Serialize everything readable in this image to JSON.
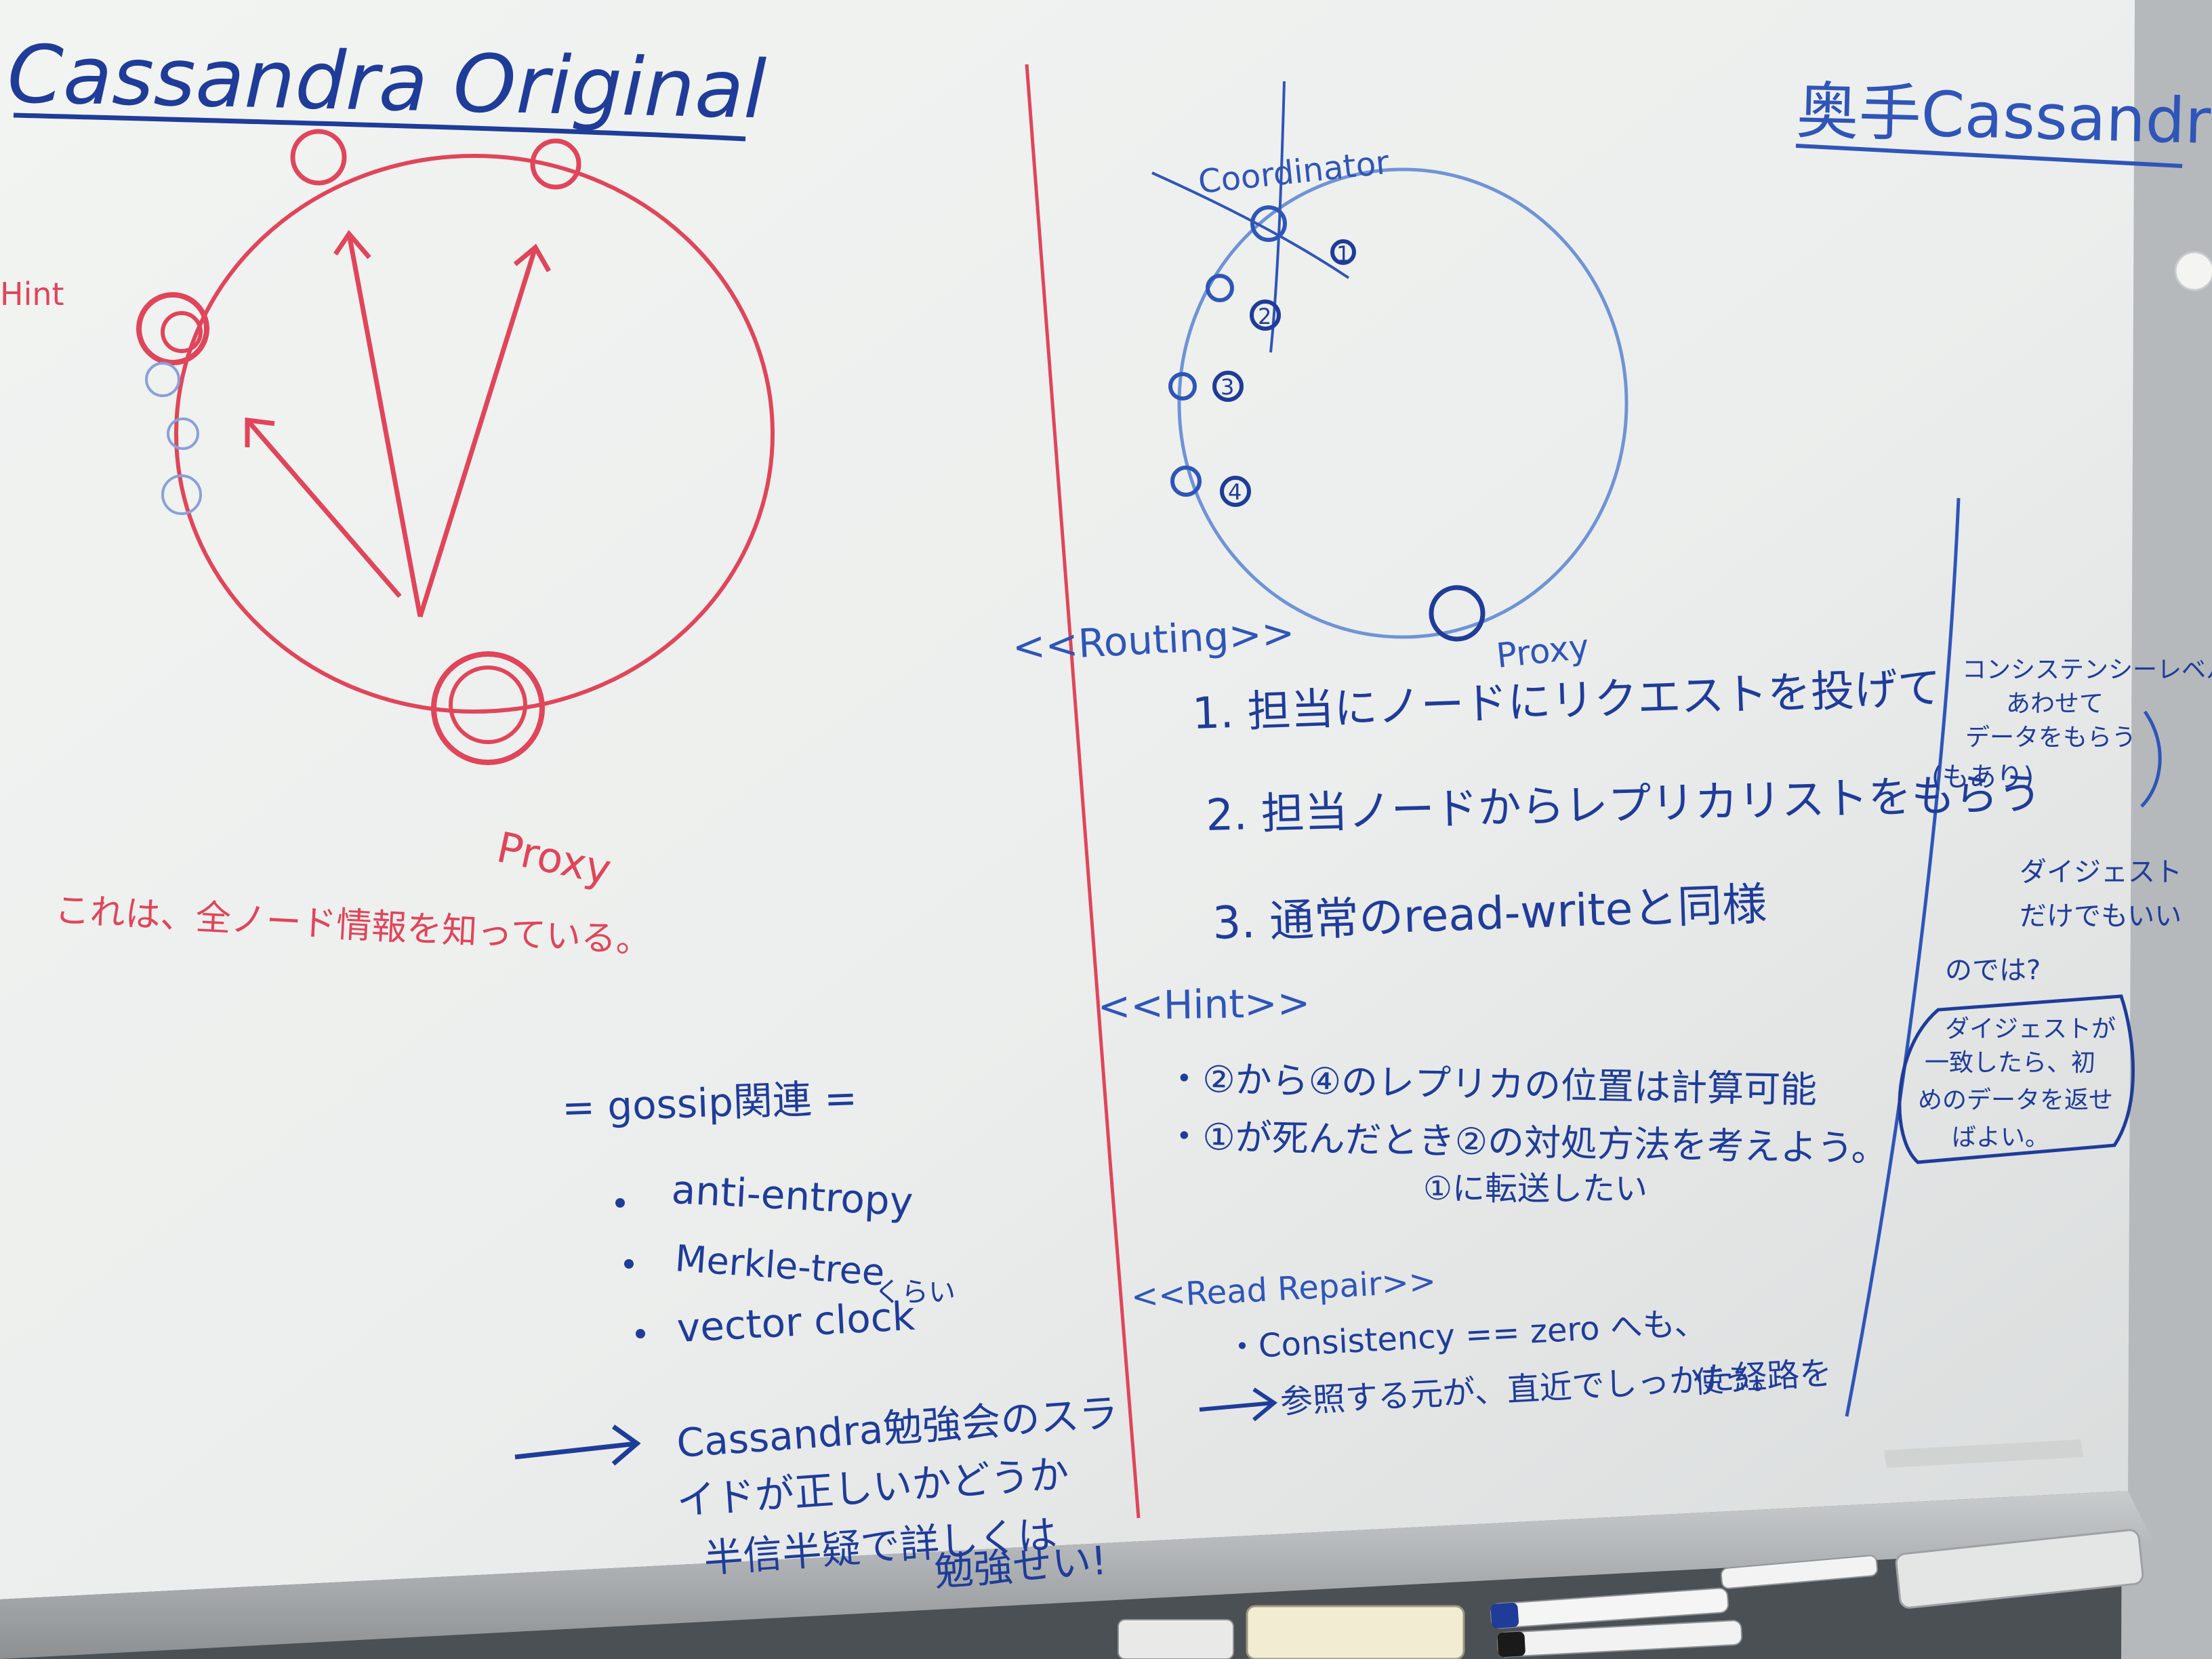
{
  "colors": {
    "board": "#eef0ee",
    "red_marker": "#e0455a",
    "blue_marker": "#1f3c99",
    "light_blue_marker": "#6f93d6",
    "frame": "#b9bcbf"
  },
  "left_section": {
    "title": "Cassandra Original",
    "hint_label": "Hint",
    "proxy_label": "Proxy",
    "note": "これは、全ノード情報を知っている。",
    "gossip": {
      "heading": "= gossip関連 =",
      "items": [
        "anti-entropy",
        "Merkle-tree",
        "vector clock"
      ],
      "aside": "くらい",
      "arrow_note_lines": [
        "Cassandra勉強会のスラ",
        "イドが正しいかどうか",
        "半信半疑で詳しくは",
        "勉強せい!"
      ]
    }
  },
  "right_section": {
    "title": "奥手Cassandra",
    "coordinator_label": "Coordinator",
    "proxy_label": "Proxy",
    "node_numbers": [
      "1",
      "2",
      "3",
      "4"
    ],
    "routing": {
      "heading": "<<Routing>>",
      "steps": [
        "1. 担当にノードにリクエストを投げて",
        "2. 担当ノードからレプリカリストをもらう",
        "3. 通常のread-writeと同様"
      ]
    },
    "hint": {
      "heading": "<<Hint>>",
      "lines": [
        "・②から④のレプリカの位置は計算可能",
        "・①が死んだとき②の対処方法を考えよう。",
        "①に転送したい"
      ]
    },
    "read_repair": {
      "heading": "<<Read Repair>>",
      "lines": [
        "・Consistency == zero へも、",
        "参照する元が、直近でしっかた経路を",
        "使う。"
      ]
    }
  },
  "side_notes": {
    "consistency": [
      "コンシステンシーレベルに",
      "あわせて",
      "データをもらう",
      "(もあり)"
    ],
    "digest": [
      "ダイジェスト",
      "だけでもいい",
      "のでは?"
    ],
    "boxed": [
      "ダイジェストが",
      "一致したら、初",
      "めのデータを返せ",
      "ばよい。"
    ]
  }
}
